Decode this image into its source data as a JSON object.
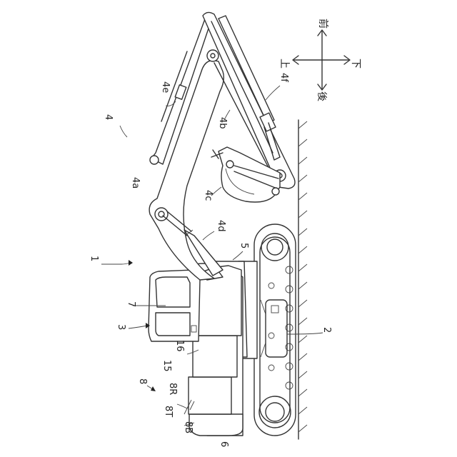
{
  "labels": {
    "excavator": "1",
    "track_unit": "2",
    "cab": "3",
    "front_attachment": "4",
    "boom": "4a",
    "arm": "4b",
    "bucket": "4c",
    "boom_cylinder": "4d",
    "arm_cylinder": "4e",
    "bucket_cylinder": "4f",
    "upper_body": "5",
    "counterweight": "6",
    "cab_window": "7",
    "rear_unit": "8",
    "rear_right": "8R",
    "rear_top": "8T",
    "rear_bottom": "8B",
    "panel_15": "15",
    "panel_16": "16"
  },
  "direction": {
    "front": "前",
    "rear": "後",
    "up": "上",
    "down": "下"
  }
}
